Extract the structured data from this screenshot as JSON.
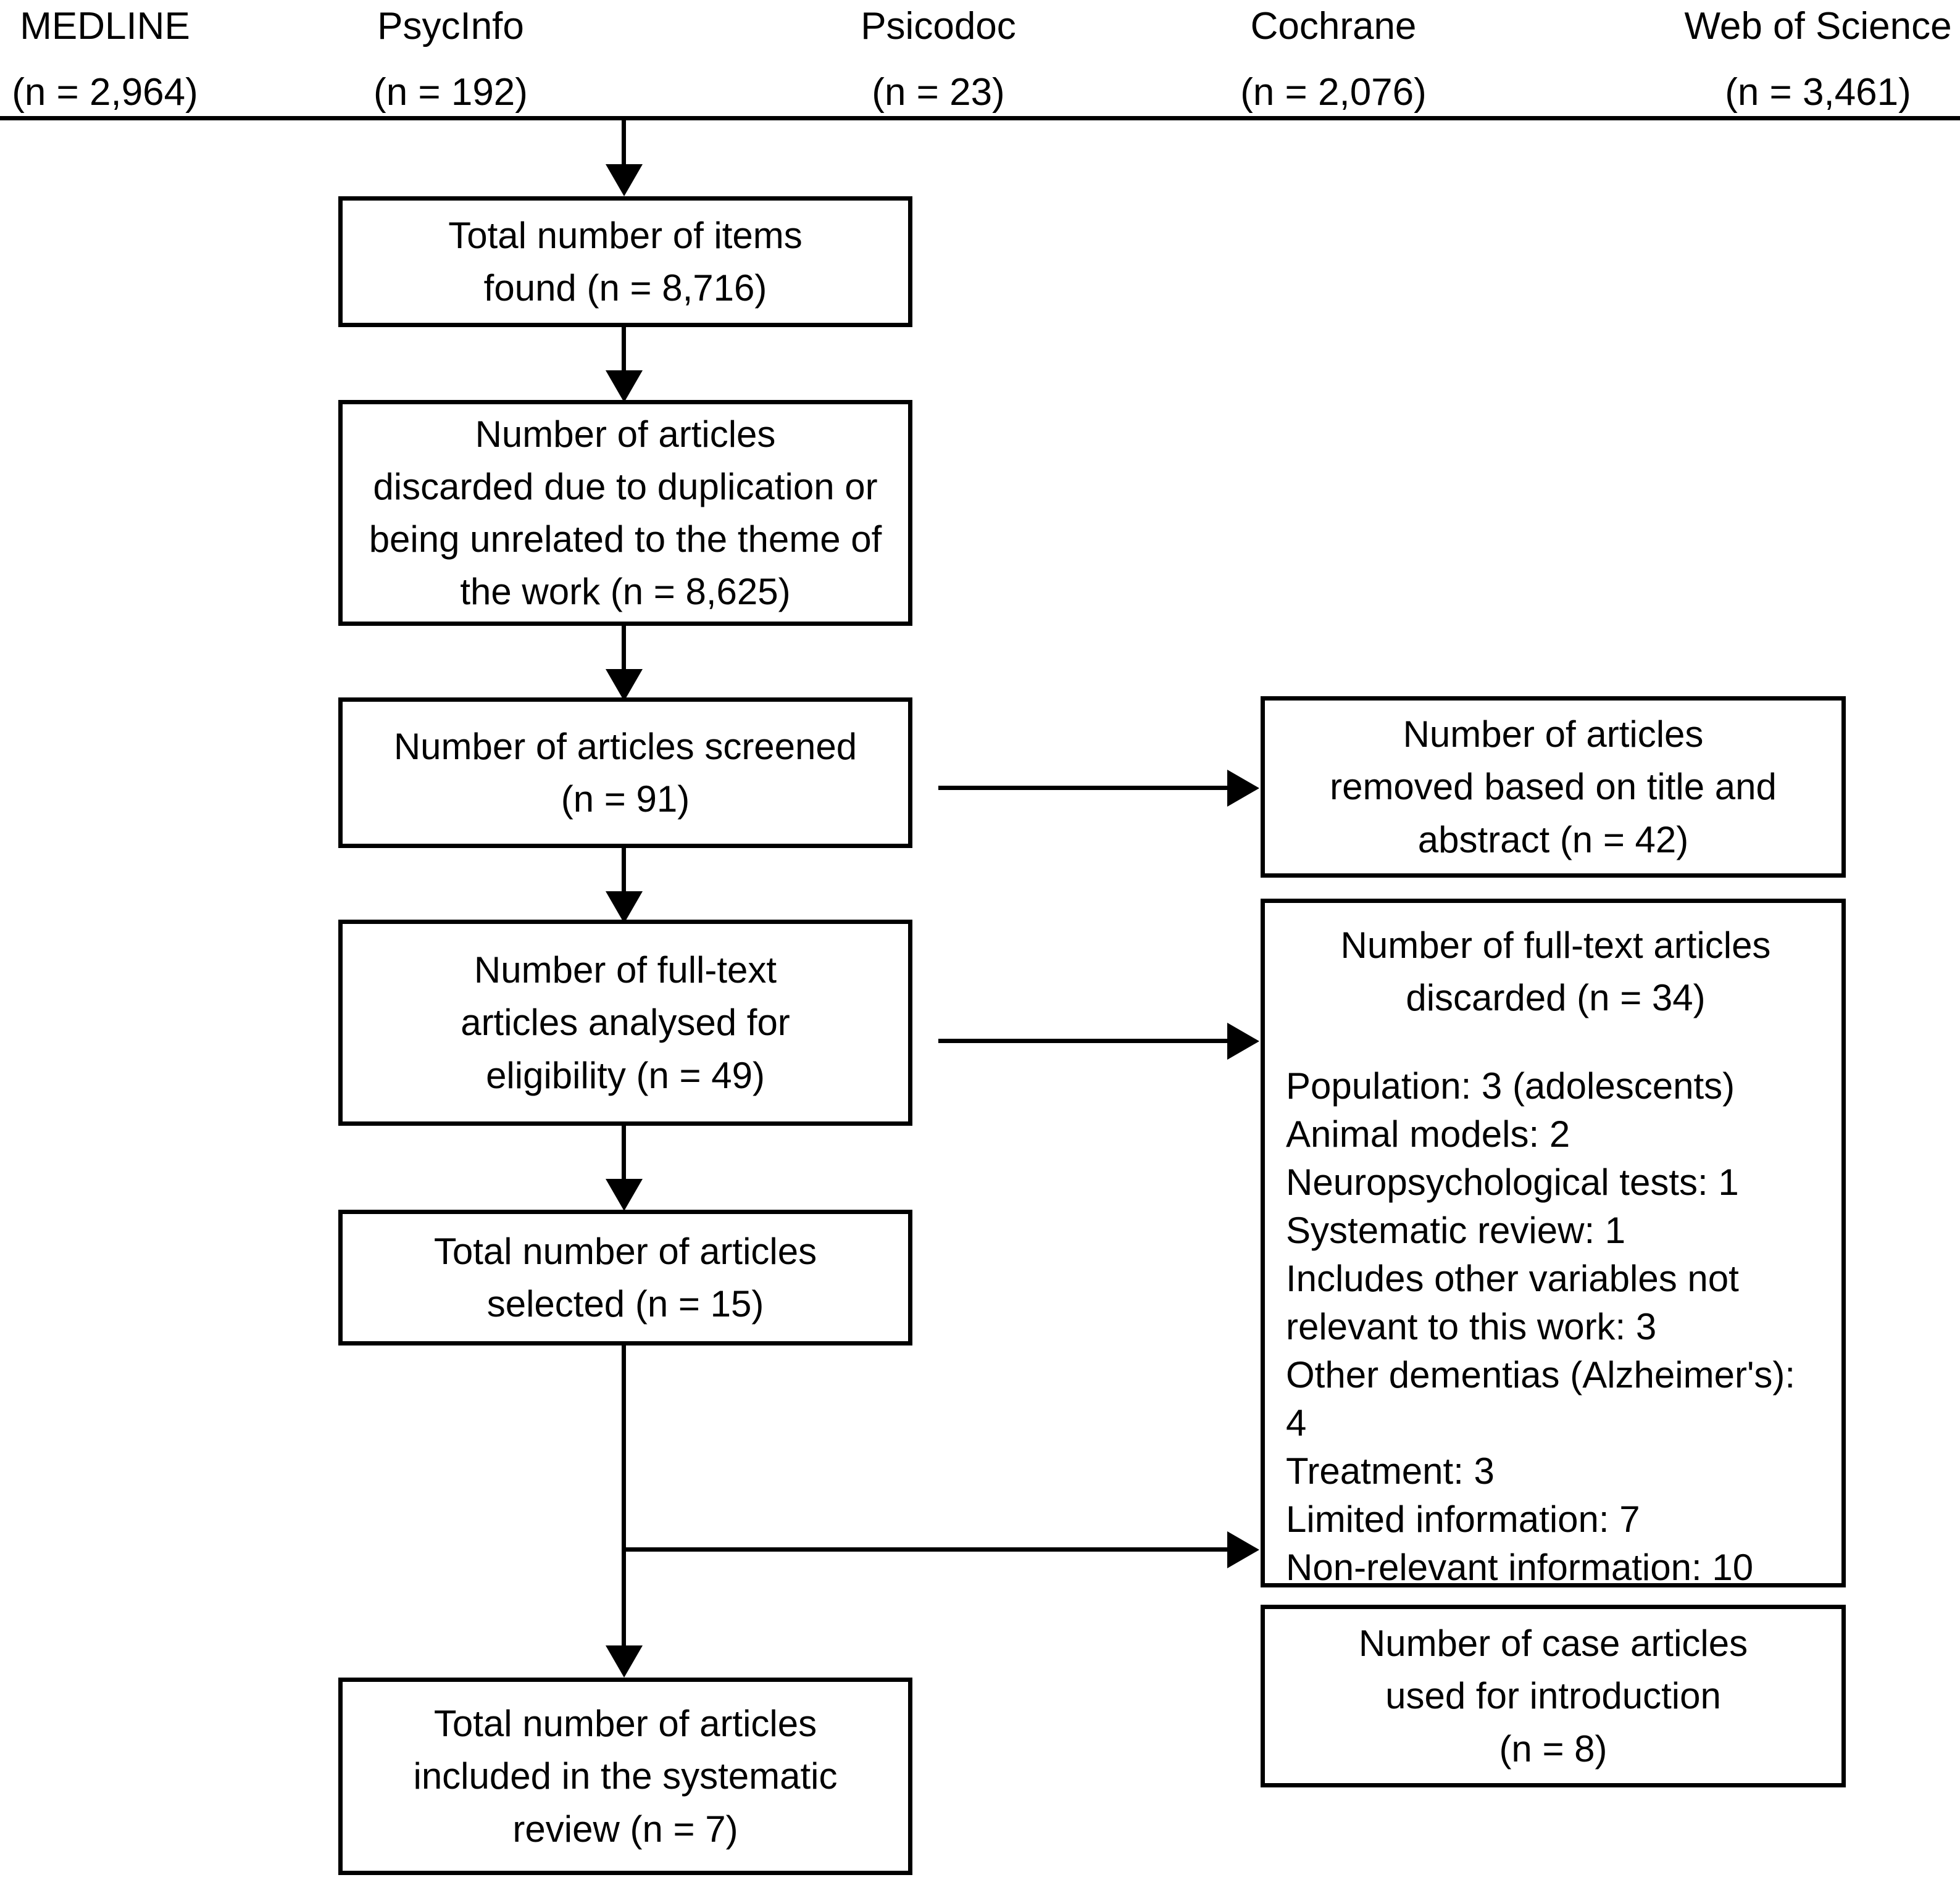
{
  "sources": [
    {
      "name": "MEDLINE",
      "count": "(n = 2,964)"
    },
    {
      "name": "PsycInfo",
      "count": "(n = 192)"
    },
    {
      "name": "Psicodoc",
      "count": "(n = 23)"
    },
    {
      "name": "Cochrane",
      "count": "(n = 2,076)"
    },
    {
      "name": "Web of Science",
      "count": "(n = 3,461)"
    }
  ],
  "flow": {
    "identified": {
      "line1": "Total number of items",
      "line2": "found (n = 8,716)"
    },
    "duplicates_removed": {
      "line1": "Number of articles",
      "line2": "discarded due to duplication or",
      "line3": "being unrelated to the theme of",
      "line4": "the work (n = 8,625)"
    },
    "screened": {
      "line1": "Number of articles screened",
      "line2": "(n = 91)"
    },
    "eligibility": {
      "line1": "Number of full-text",
      "line2": "articles analysed for",
      "line3": "eligibility (n = 49)"
    },
    "selected": {
      "line1": "Total number of articles",
      "line2": "selected (n = 15)"
    },
    "included": {
      "line1": "Total number of articles",
      "line2": "included in the systematic",
      "line3": "review (n = 7)"
    }
  },
  "excluded": {
    "title_abstract": {
      "line1": "Number of articles",
      "line2": "removed based on title and",
      "line3": "abstract (n = 42)"
    },
    "fulltext": {
      "heading1": "Number of full-text articles",
      "heading2": "discarded (n = 34)",
      "reasons": [
        "Population: 3 (adolescents)",
        "Animal models: 2",
        "Neuropsychological tests: 1",
        "Systematic review: 1",
        "Includes other variables not relevant to this work: 3",
        "Other dementias (Alzheimer's): 4",
        "Treatment: 3",
        "Limited information: 7",
        "Non-relevant information: 10"
      ]
    },
    "case_articles": {
      "line1": "Number of case articles",
      "line2": "used for introduction",
      "line3": "(n = 8)"
    }
  },
  "colors": {
    "stroke": "#000000",
    "background": "#ffffff"
  }
}
